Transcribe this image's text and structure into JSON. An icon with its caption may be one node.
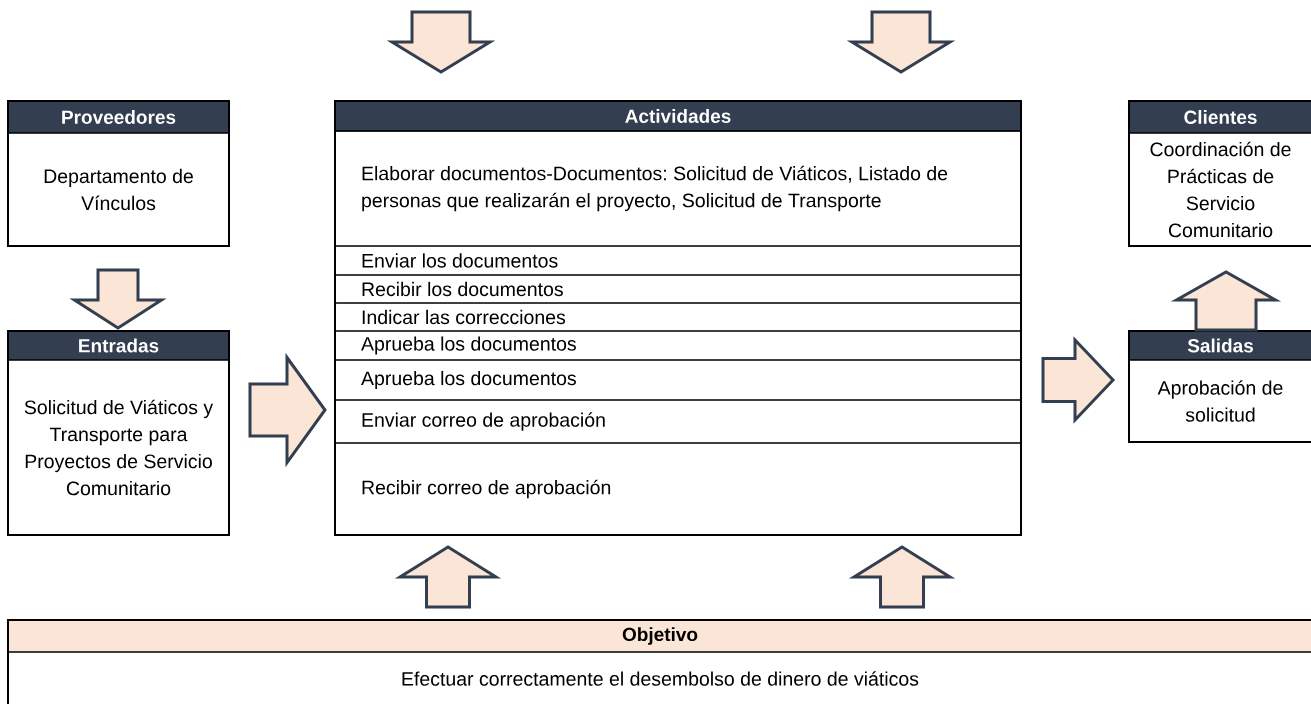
{
  "diagram": {
    "nodes": [
      {
        "text": [
          "Proveedores",
          "Departamento de Vínculos"
        ]
      },
      {
        "text": [
          "Entradas",
          "Solicitud de Viáticos y Transporte para Proyectos de Servicio Comunitario"
        ]
      },
      {
        "text": [
          "Actividades"
        ]
      },
      {
        "text": [
          "Elaborar documentos-Documentos: Solicitud de Viáticos, Listado de personas que realizarán el proyecto, Solicitud de Transporte"
        ],
        "in": 2
      },
      {
        "text": [
          "Enviar los documentos"
        ],
        "in": 2
      },
      {
        "text": [
          "Recibir los documentos"
        ],
        "in": 2
      },
      {
        "text": [
          "Indicar las correcciones"
        ],
        "in": 2
      },
      {
        "text": [
          "Aprueba los documentos"
        ],
        "in": 2
      },
      {
        "text": [
          "Aprueba los documentos"
        ],
        "in": 2
      },
      {
        "text": [
          "Enviar correo de aprobación"
        ],
        "in": 2
      },
      {
        "text": [
          "Recibir correo de aprobación"
        ],
        "in": 2
      },
      {
        "text": [
          "Clientes",
          "Coordinación de Prácticas de Servicio Comunitario"
        ]
      },
      {
        "text": [
          "Salidas",
          "Aprobación de solicitud"
        ]
      },
      {
        "text": [
          "Objetivo",
          "Efectuar correctamente el desembolso de dinero de viáticos"
        ]
      }
    ],
    "edges": [
      {
        "from": null,
        "to": 2,
        "arrow": "to"
      },
      {
        "from": null,
        "to": 2,
        "arrow": "to"
      },
      {
        "from": 0,
        "to": 1,
        "arrow": "to"
      },
      {
        "from": 1,
        "to": 2,
        "arrow": "to"
      },
      {
        "from": 2,
        "to": 12,
        "arrow": "to"
      },
      {
        "from": 12,
        "to": 11,
        "arrow": "to"
      },
      {
        "from": 13,
        "to": 2,
        "arrow": "to"
      },
      {
        "from": 13,
        "to": 2,
        "arrow": "to"
      }
    ]
  }
}
